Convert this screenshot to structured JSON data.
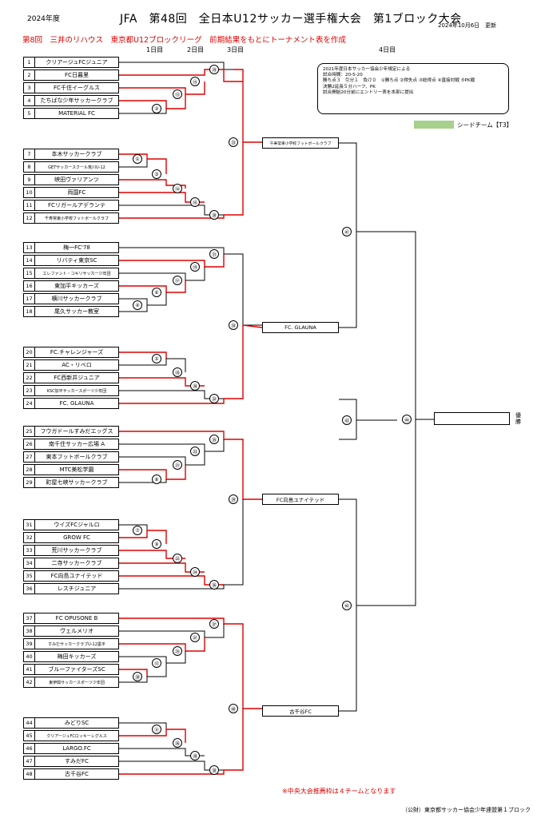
{
  "header": {
    "year": "2024年度",
    "title": "JFA　第48回　全日本U12サッカー選手権大会　第1ブロック大会",
    "updated": "2024年10月6日　更新",
    "subtitle": "第8回　三井のリハウス　東京都U12ブロックリーグ　前期結果をもとにトーナメント表を作成",
    "day1": "1日目",
    "day2": "2日目",
    "day3": "3日目",
    "day4": "4日目"
  },
  "rules": [
    "2021年度日本サッカー協会少年規定による",
    "試合時間：20-5-20",
    "勝ち点３　引分１　負け０　①勝ち点 ②得失点 ③総得点 ④直接対戦 ⑤PK戦",
    "決勝2延長５分ハーフ、PK",
    "試合開始20分前にエントリー表を本部に提出"
  ],
  "legend": {
    "label": "シードチーム【T3】",
    "color": "#a8d08d"
  },
  "colors": {
    "played": "#e00000",
    "line": "#000000"
  },
  "teams": [
    {
      "num": "1",
      "name": "クリアージュFCジュニア"
    },
    {
      "num": "2",
      "name": "FC日暮里"
    },
    {
      "num": "3",
      "name": "FC千住イーグルス"
    },
    {
      "num": "4",
      "name": "たちばな少年サッカークラブ"
    },
    {
      "num": "5",
      "name": "MATERIAL FC"
    },
    {
      "num": "7",
      "name": "本木サッカークラブ"
    },
    {
      "num": "8",
      "name": "GETサッカースクール荒川U-12"
    },
    {
      "num": "9",
      "name": "峡田ヴァリアンツ"
    },
    {
      "num": "10",
      "name": "両国FC"
    },
    {
      "num": "11",
      "name": "FCリガールアデランテ"
    },
    {
      "num": "12",
      "name": "千寿常東小学校フットボールクラブ"
    },
    {
      "num": "13",
      "name": "梅一FC'78"
    },
    {
      "num": "14",
      "name": "リバティ東京SC"
    },
    {
      "num": "15",
      "name": "エレファント・コキリサッカー少年団"
    },
    {
      "num": "16",
      "name": "東加平キッカーズ"
    },
    {
      "num": "17",
      "name": "横川サッカークラブ"
    },
    {
      "num": "18",
      "name": "尾久サッカー教室"
    },
    {
      "num": "20",
      "name": "FC.チャレンジャーズ"
    },
    {
      "num": "21",
      "name": "AC・リベロ"
    },
    {
      "num": "22",
      "name": "FC西新井ジュニア"
    },
    {
      "num": "23",
      "name": "KSC加平サッカースポーツ少年団"
    },
    {
      "num": "24",
      "name": "FC. GLAUNA"
    },
    {
      "num": "25",
      "name": "フウガドールすみだエッグス"
    },
    {
      "num": "26",
      "name": "南千住サッカー広場 A"
    },
    {
      "num": "27",
      "name": "東本フットボールクラブ"
    },
    {
      "num": "28",
      "name": "MTC美松学園"
    },
    {
      "num": "29",
      "name": "町屋七峡サッカークラブ"
    },
    {
      "num": "31",
      "name": "ウイズFCジャルロ"
    },
    {
      "num": "32",
      "name": "GROW FC"
    },
    {
      "num": "33",
      "name": "荒川サッカークラブ"
    },
    {
      "num": "34",
      "name": "二寺サッカークラブ"
    },
    {
      "num": "35",
      "name": "FC向島ユナイテッド"
    },
    {
      "num": "36",
      "name": "レスチジュニア"
    },
    {
      "num": "37",
      "name": "FC OPUSONE B"
    },
    {
      "num": "38",
      "name": "ヴェルメリオ"
    },
    {
      "num": "39",
      "name": "すみだサッカークラブU-12墨平"
    },
    {
      "num": "40",
      "name": "梅田キッカーズ"
    },
    {
      "num": "41",
      "name": "ブルーファイターズSC"
    },
    {
      "num": "42",
      "name": "東伊興サッカースポーツ少年団"
    },
    {
      "num": "44",
      "name": "みどりSC"
    },
    {
      "num": "45",
      "name": "クリアージュFCロッキーレグルス"
    },
    {
      "num": "46",
      "name": "LARGO.FC"
    },
    {
      "num": "47",
      "name": "すみだFC"
    },
    {
      "num": "48",
      "name": "古千谷FC"
    }
  ],
  "qualifiers": [
    {
      "name": "千寿常東小学校フットボールクラブ"
    },
    {
      "name": "FC. GLAUNA"
    },
    {
      "name": "FC向島ユナイテッド"
    },
    {
      "name": "古千谷FC"
    }
  ],
  "matches": [
    "①",
    "②",
    "③",
    "④",
    "⑤",
    "⑥",
    "⑦",
    "⑧",
    "⑨",
    "⑩",
    "⑪",
    "⑫",
    "⑬",
    "⑭",
    "⑮",
    "⑯",
    "⑰",
    "⑱",
    "⑲",
    "⑳",
    "㉑",
    "㉒",
    "㉓",
    "㉔",
    "㉕",
    "㉖",
    "㉗",
    "㉘",
    "㉙",
    "㉚",
    "㉛",
    "㉜",
    "㉝",
    "㉞",
    "㉟",
    "㊱",
    "㊲",
    "㊳",
    "㊴",
    "㊵",
    "㊶",
    "㊷",
    "㊸",
    "㊹"
  ],
  "final": {
    "label": "優勝"
  },
  "note": "※中央大会推薦枠は４チームとなります",
  "footer": "（公財）東京都サッカー協会少年連盟第１ブロック"
}
